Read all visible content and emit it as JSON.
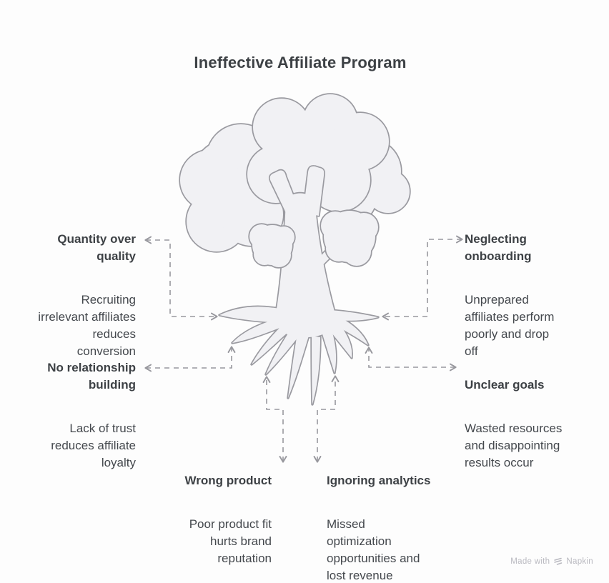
{
  "title": "Ineffective Affiliate Program",
  "callouts": [
    {
      "id": "quantity-over-quality",
      "heading": "Quantity over\nquality",
      "body": "Recruiting\nirrelevant affiliates\nreduces\nconversion"
    },
    {
      "id": "neglecting-onboarding",
      "heading": "Neglecting\nonboarding",
      "body": "Unprepared\naffiliates perform\npoorly and drop\noff"
    },
    {
      "id": "no-relationship-building",
      "heading": "No relationship\nbuilding",
      "body": "Lack of trust\nreduces affiliate\nloyalty"
    },
    {
      "id": "unclear-goals",
      "heading": "Unclear goals",
      "body": "Wasted resources\nand disappointing\nresults occur"
    },
    {
      "id": "wrong-product",
      "heading": "Wrong product",
      "body": "Poor product fit\nhurts brand\nreputation"
    },
    {
      "id": "ignoring-analytics",
      "heading": "Ignoring analytics",
      "body": "Missed\noptimization\nopportunities and\nlost revenue"
    }
  ],
  "illustration": {
    "subject": "dead-tree-with-roots",
    "icon": "tree-icon"
  },
  "watermark": {
    "prefix": "Made with",
    "brand": "Napkin",
    "icon": "napkin-logo-icon"
  },
  "colors": {
    "background": "#fdfdfd",
    "heading_text": "#3d4145",
    "body_text": "#44484d",
    "tree_fill": "#f1f1f4",
    "tree_stroke": "#9a9aa0",
    "connector": "#98989e",
    "watermark_text": "#b9b9c0"
  }
}
